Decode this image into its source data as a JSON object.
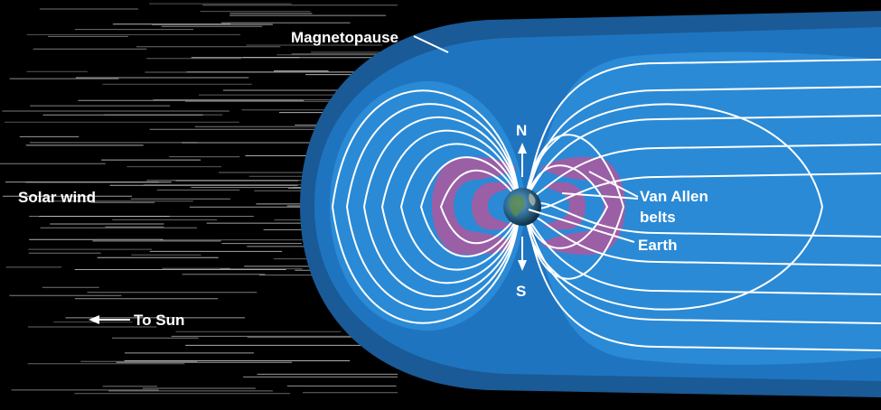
{
  "labels": {
    "magnetopause": "Magnetopause",
    "solar_wind": "Solar wind",
    "to_sun": "To Sun",
    "north": "N",
    "south": "S",
    "van_allen_line1": "Van Allen",
    "van_allen_line2": "belts",
    "earth": "Earth"
  },
  "colors": {
    "background": "#000000",
    "magnetosphere_outer": "#1a5a96",
    "magnetosphere_mid": "#1f74c0",
    "magnetosphere_inner": "#2a8ad6",
    "field_lines": "#ffffff",
    "van_allen_belts": "#9b5fa6",
    "earth": "#2d6a8f"
  }
}
